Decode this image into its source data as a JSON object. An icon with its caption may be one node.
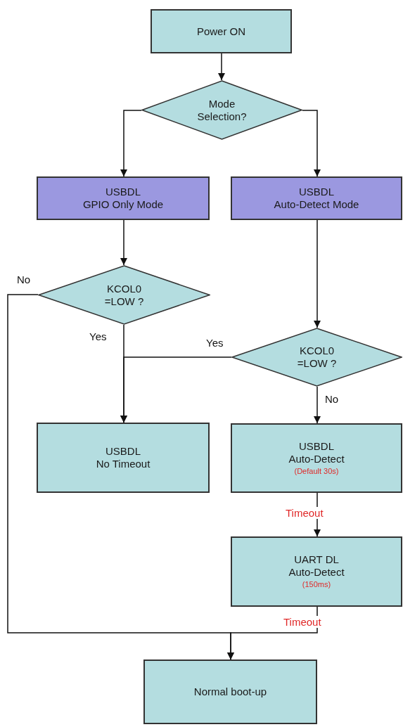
{
  "diagram": {
    "nodes": [
      {
        "text": [
          "Power ON"
        ]
      },
      {
        "text": [
          "Mode Selection?"
        ]
      },
      {
        "text": [
          "USBDL",
          "GPIO Only Mode"
        ]
      },
      {
        "text": [
          "USBDL",
          "Auto-Detect Mode"
        ]
      },
      {
        "text": [
          "KCOL0 =LOW ?"
        ]
      },
      {
        "text": [
          "KCOL0 =LOW ?"
        ]
      },
      {
        "text": [
          "USBDL",
          "No Timeout"
        ]
      },
      {
        "text": [
          "USBDL",
          "Auto-Detect",
          "(Default 30s)"
        ]
      },
      {
        "text": [
          "UART DL",
          "Auto-Detect",
          "(150ms)"
        ]
      },
      {
        "text": [
          "Normal boot-up"
        ]
      }
    ],
    "edges": [
      {
        "from": 0,
        "to": 1,
        "arrow": "to"
      },
      {
        "from": 1,
        "to": 2,
        "arrow": "to"
      },
      {
        "from": 1,
        "to": 3,
        "arrow": "to"
      },
      {
        "from": 2,
        "to": 4,
        "arrow": "to"
      },
      {
        "from": 4,
        "to": 9,
        "arrow": "to",
        "label": "No"
      },
      {
        "from": 4,
        "to": 6,
        "arrow": "to",
        "label": "Yes"
      },
      {
        "from": 5,
        "to": 6,
        "arrow": "to",
        "label": "Yes"
      },
      {
        "from": 3,
        "to": 5,
        "arrow": "to"
      },
      {
        "from": 5,
        "to": 7,
        "arrow": "to",
        "label": "No"
      },
      {
        "from": 7,
        "to": 8,
        "arrow": "to",
        "label": "Timeout"
      },
      {
        "from": 8,
        "to": 9,
        "arrow": "to",
        "label": "Timeout"
      }
    ]
  }
}
